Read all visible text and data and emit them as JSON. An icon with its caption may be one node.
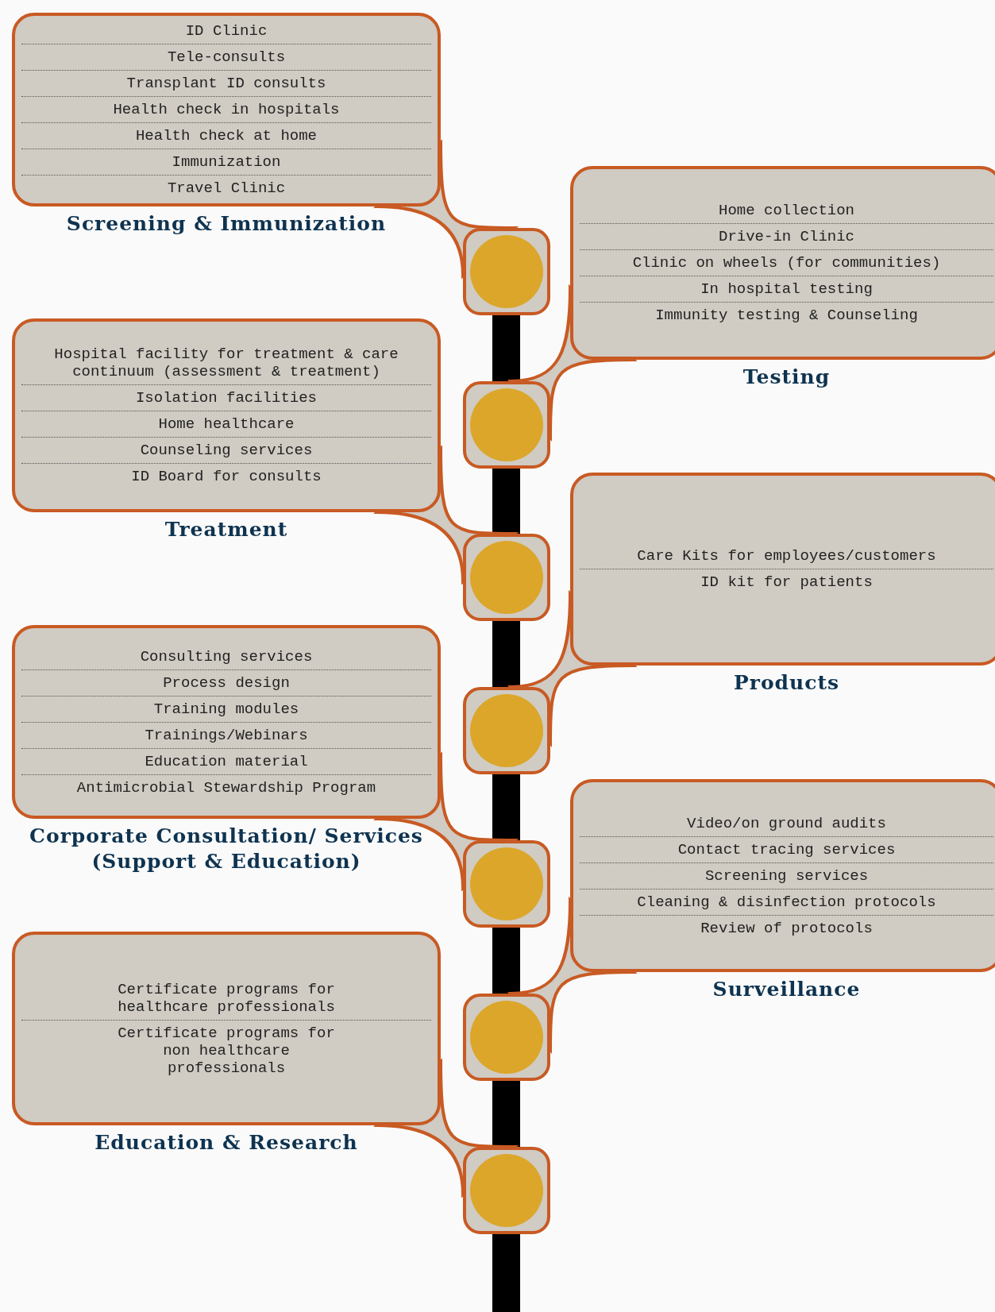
{
  "diagram": {
    "nodes": [
      {
        "text": [
          "ID Clinic",
          "Tele-consults",
          "Transplant ID consults",
          "Health check in hospitals",
          "Health check at home",
          "Immunization",
          "Travel Clinic",
          "Screening & Immunization"
        ]
      },
      {
        "text": [
          "Home collection",
          "Drive-in Clinic",
          "Clinic on wheels (for communities)",
          "In hospital testing",
          "Immunity testing & Counseling",
          "Testing"
        ]
      },
      {
        "text": [
          "Hospital facility for treatment & care continuum (assessment & treatment)",
          "Isolation facilities",
          "Home healthcare",
          "Counseling services",
          "ID Board for consults",
          "Treatment"
        ]
      },
      {
        "text": [
          "Care Kits for employees/customers",
          "ID kit for patients",
          "Products"
        ]
      },
      {
        "text": [
          "Consulting services",
          "Process design",
          "Training modules",
          "Trainings/Webinars",
          "Education material",
          "Antimicrobial Stewardship Program",
          "Corporate Consultation/ Services (Support & Education)"
        ]
      },
      {
        "text": [
          "Video/on ground audits",
          "Contact tracing services",
          "Screening services",
          "Cleaning & disinfection protocols",
          "Review of protocols",
          "Surveillance"
        ]
      },
      {
        "text": [
          "Certificate programs for healthcare professionals",
          "Certificate programs for non healthcare professionals",
          "Education & Research"
        ]
      },
      {
        "text": [],
        "shape": "circle"
      },
      {
        "text": [],
        "shape": "circle"
      },
      {
        "text": [],
        "shape": "circle"
      },
      {
        "text": [],
        "shape": "circle"
      },
      {
        "text": [],
        "shape": "circle"
      },
      {
        "text": [],
        "shape": "circle"
      },
      {
        "text": [],
        "shape": "circle"
      }
    ],
    "edges": []
  }
}
